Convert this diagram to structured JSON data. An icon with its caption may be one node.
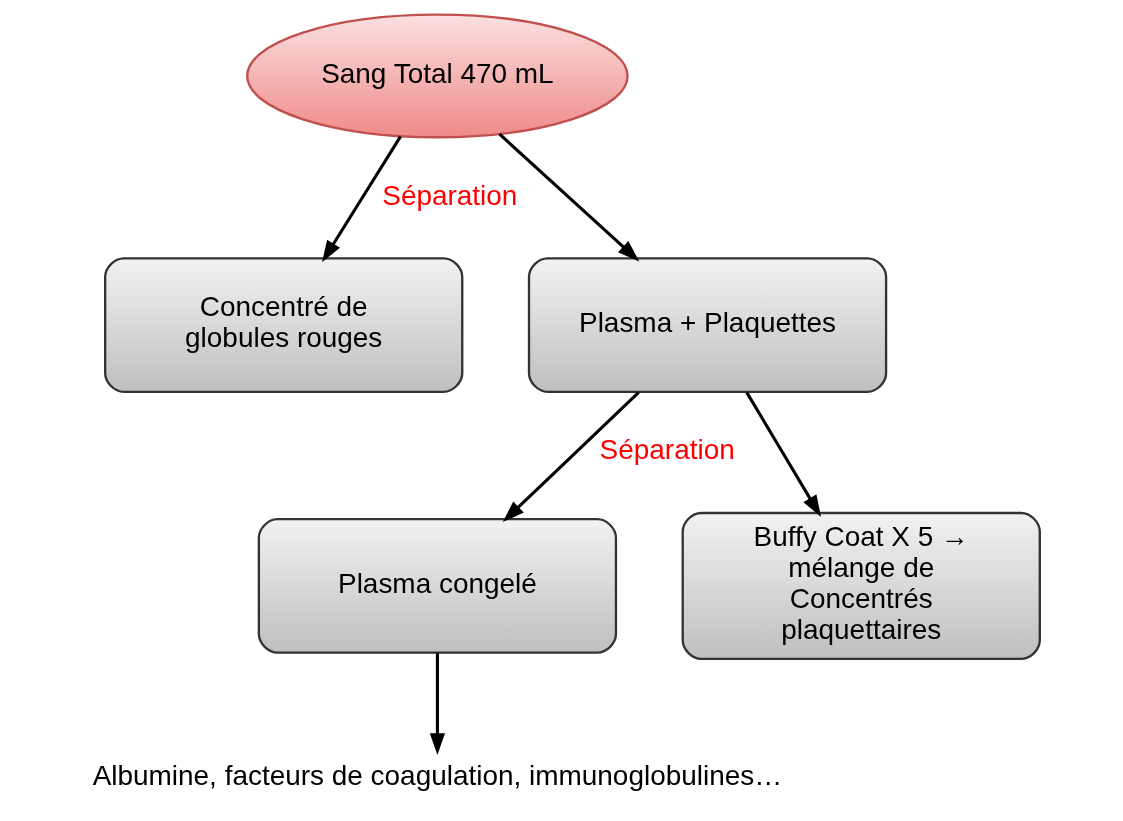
{
  "diagram": {
    "nodes": [
      {
        "text": [
          "Sang Total 470 mL"
        ]
      },
      {
        "text": [
          "Concentré de globules rouges"
        ]
      },
      {
        "text": [
          "Plasma + Plaquettes"
        ]
      },
      {
        "text": [
          "Plasma congelé"
        ]
      },
      {
        "text": [
          "Buffy Coat X 5 → mélange de Concentrés plaquettaires"
        ]
      },
      {
        "text": [
          "Albumine, facteurs de coagulation, immunoglobulines…"
        ]
      }
    ],
    "edges": [
      {
        "from": 0,
        "to": 1,
        "arrow": "to",
        "label": "Séparation"
      },
      {
        "from": 0,
        "to": 2,
        "arrow": "to"
      },
      {
        "from": 2,
        "to": 3,
        "arrow": "to",
        "label": "Séparation"
      },
      {
        "from": 2,
        "to": 4,
        "arrow": "to"
      },
      {
        "from": 3,
        "to": 5,
        "arrow": "to"
      }
    ]
  }
}
